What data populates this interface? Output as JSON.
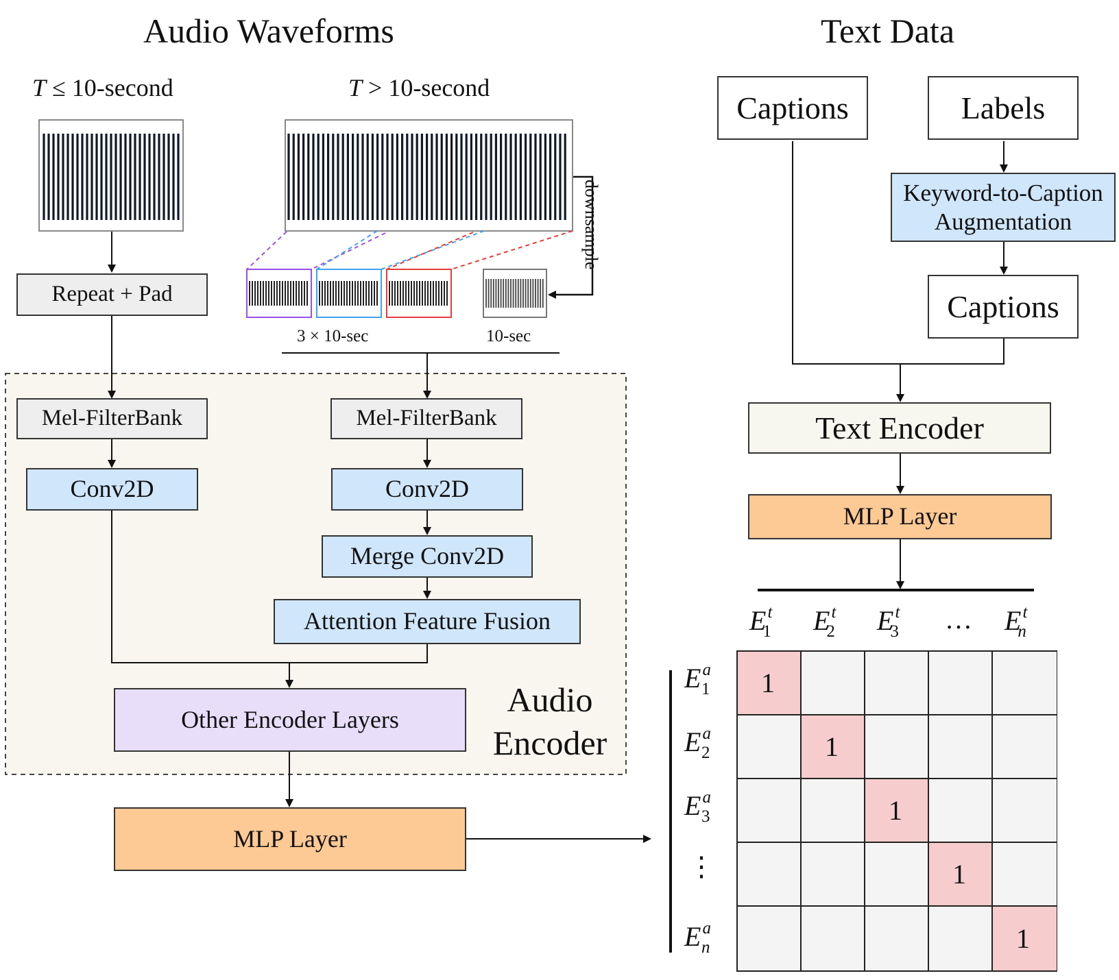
{
  "titles": {
    "audio": "Audio Waveforms",
    "text": "Text Data"
  },
  "audio_branch": {
    "short_condition": {
      "var": "T",
      "rel": "≤",
      "rest": " 10-second"
    },
    "long_condition": {
      "var": "T",
      "rel": ">",
      "rest": " 10-second"
    },
    "downsample_label": "downsample",
    "chunks_label": "3 × 10-sec",
    "downsampled_label": "10-sec",
    "repeat_pad": "Repeat + Pad",
    "mel_left": "Mel-FilterBank",
    "mel_right": "Mel-FilterBank",
    "conv_left": "Conv2D",
    "conv_right": "Conv2D",
    "merge_conv": "Merge Conv2D",
    "attention_fusion": "Attention Feature Fusion",
    "other_layers": "Other Encoder Layers",
    "encoder_label_line1": "Audio",
    "encoder_label_line2": "Encoder",
    "mlp": "MLP Layer"
  },
  "text_branch": {
    "captions_top": "Captions",
    "labels": "Labels",
    "augmentation_line1": "Keyword-to-Caption",
    "augmentation_line2": "Augmentation",
    "captions_aug": "Captions",
    "text_encoder": "Text Encoder",
    "mlp": "MLP Layer"
  },
  "matrix": {
    "col_headers": [
      {
        "base": "E",
        "sup": "t",
        "sub": "1"
      },
      {
        "base": "E",
        "sup": "t",
        "sub": "2"
      },
      {
        "base": "E",
        "sup": "t",
        "sub": "3"
      },
      {
        "ellipsis": "…"
      },
      {
        "base": "E",
        "sup": "t",
        "sub": "n"
      }
    ],
    "row_headers": [
      {
        "base": "E",
        "sup": "a",
        "sub": "1"
      },
      {
        "base": "E",
        "sup": "a",
        "sub": "2"
      },
      {
        "base": "E",
        "sup": "a",
        "sub": "3"
      },
      {
        "ellipsis": "⋮"
      },
      {
        "base": "E",
        "sup": "a",
        "sub": "n"
      }
    ],
    "diagonal_value": "1"
  },
  "colors": {
    "gray": "#eeeeee",
    "blue": "#cfe6fb",
    "orange": "#fdc994",
    "purple": "#e8defa",
    "cream": "#f8f7ef",
    "cell": "#f4f4f4",
    "diag": "#f6cccc",
    "chunk1": "#9b4ee6",
    "chunk2": "#3fa2ee",
    "chunk3": "#e53b3b",
    "chunk4": "#777777"
  }
}
